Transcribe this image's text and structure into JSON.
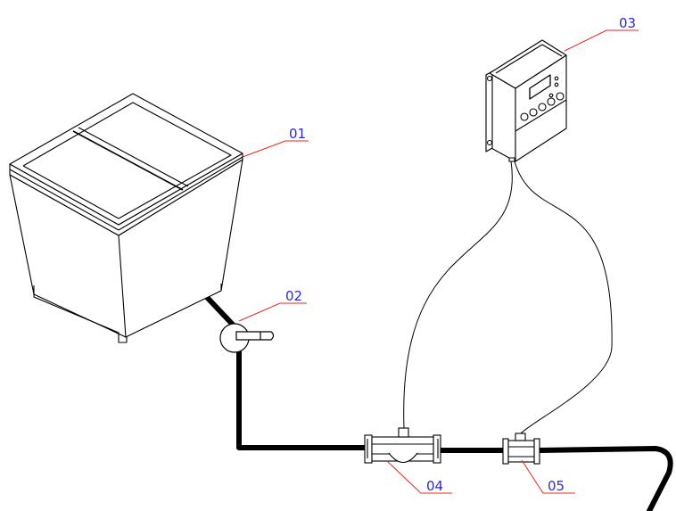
{
  "diagram": {
    "colors": {
      "outline": "#000000",
      "leader": "#e8281e",
      "label": "#2a2ad8",
      "background": "#ffffff"
    },
    "labels": {
      "tank": "01",
      "valve": "02",
      "controller": "03",
      "sensor_main": "04",
      "sensor_small": "05"
    },
    "components": [
      {
        "id": "01",
        "name": "tank",
        "icon": "tank-icon"
      },
      {
        "id": "02",
        "name": "valve",
        "icon": "valve-icon"
      },
      {
        "id": "03",
        "name": "controller",
        "icon": "controller-icon"
      },
      {
        "id": "04",
        "name": "sensor-main",
        "icon": "flow-sensor-icon"
      },
      {
        "id": "05",
        "name": "sensor-small",
        "icon": "sensor-icon"
      }
    ]
  }
}
